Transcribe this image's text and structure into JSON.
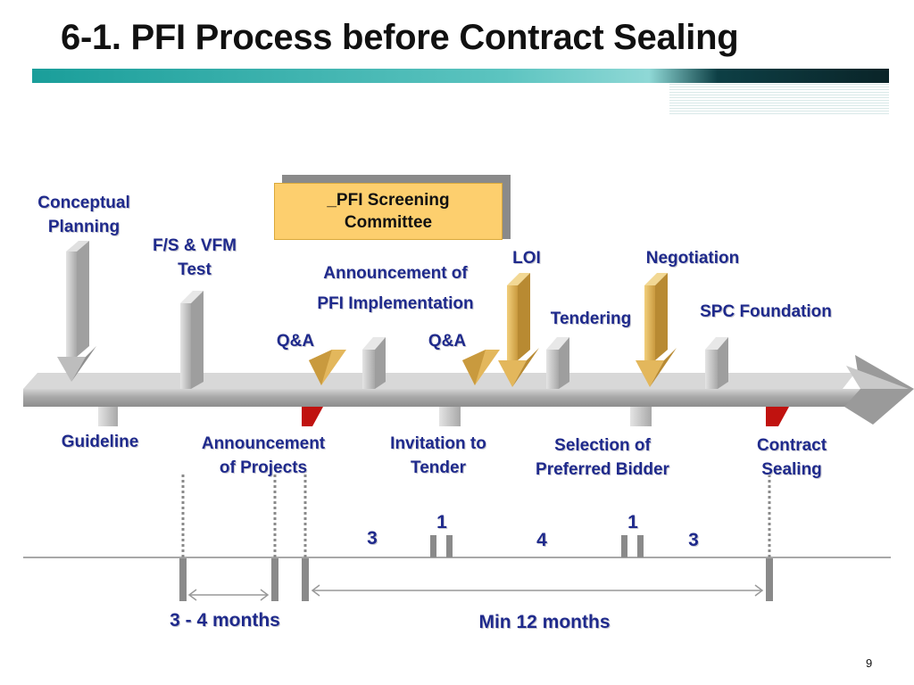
{
  "title": "6-1. PFI Process before Contract Sealing",
  "committee_box": "_PFI Screening\nCommittee",
  "labels_above": {
    "conceptual_planning": "Conceptual\nPlanning",
    "fs_vfm_test": "F/S  & VFM\nTest",
    "announcement_of_pfi": "Announcement of\nPFI Implementation",
    "loi": "LOI",
    "negotiation": "Negotiation",
    "tendering": "Tendering",
    "spc_foundation": "SPC Foundation",
    "qa_1": "Q&A",
    "qa_2": "Q&A"
  },
  "labels_below": {
    "guideline": "Guideline",
    "announcement_of_projects": "Announcement\nof Projects",
    "invitation_to_tender": "Invitation to\nTender",
    "selection_of_preferred_bidder": "Selection of\nPreferred Bidder",
    "contract_sealing": "Contract\nSealing"
  },
  "durations": {
    "d1": "3",
    "d2": "1",
    "d3": "4",
    "d4": "1",
    "d5": "3"
  },
  "spans": {
    "short": "3 - 4 months",
    "long": "Min 12 months"
  },
  "page_number": "9",
  "colors": {
    "label_blue": "#1f2a8c",
    "header_teal": "#1a9e9a",
    "committee_fill": "#fdcf6e",
    "arrow_gold": "#e3b75c",
    "marker_red": "#c0120f"
  }
}
